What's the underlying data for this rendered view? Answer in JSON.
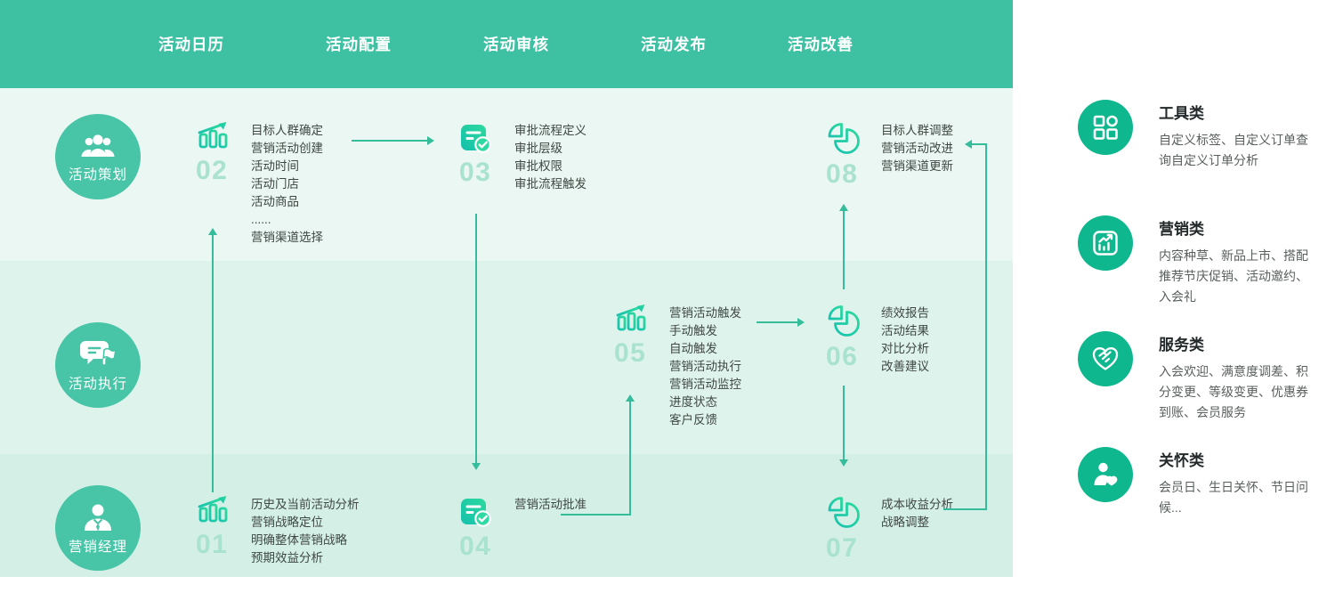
{
  "header": {
    "tabs": [
      "活动日历",
      "活动配置",
      "活动审核",
      "活动发布",
      "活动改善"
    ]
  },
  "roles": [
    {
      "label": "活动策划",
      "icon": "team-icon"
    },
    {
      "label": "活动执行",
      "icon": "chat-flag-icon"
    },
    {
      "label": "营销经理",
      "icon": "manager-icon"
    }
  ],
  "steps": [
    {
      "num": "01",
      "icon": "bar-chart-icon",
      "items": [
        "历史及当前活动分析",
        "营销战略定位",
        "明确整体营销战略",
        "预期效益分析"
      ]
    },
    {
      "num": "02",
      "icon": "bar-chart-icon",
      "items": [
        "目标人群确定",
        "营销活动创建",
        "活动时间",
        "活动门店",
        "活动商品",
        "......",
        "营销渠道选择"
      ]
    },
    {
      "num": "03",
      "icon": "document-check-icon",
      "items": [
        "审批流程定义",
        "审批层级",
        "审批权限",
        "审批流程触发"
      ]
    },
    {
      "num": "04",
      "icon": "document-check-icon",
      "items": [
        "营销活动批准"
      ]
    },
    {
      "num": "05",
      "icon": "bar-chart-icon",
      "items": [
        "营销活动触发",
        "手动触发",
        "自动触发",
        "营销活动执行",
        "营销活动监控",
        "进度状态",
        "客户反馈"
      ]
    },
    {
      "num": "06",
      "icon": "pie-chart-icon",
      "items": [
        "绩效报告",
        "活动结果",
        "对比分析",
        "改善建议"
      ]
    },
    {
      "num": "07",
      "icon": "pie-chart-icon",
      "items": [
        "成本收益分析",
        "战略调整"
      ]
    },
    {
      "num": "08",
      "icon": "pie-chart-icon",
      "items": [
        "目标人群调整",
        "营销活动改进",
        "营销渠道更新"
      ]
    }
  ],
  "sidebar": {
    "items": [
      {
        "title": "工具类",
        "desc": "自定义标签、自定义订单查询自定义订单分析",
        "icon": "grid-icon"
      },
      {
        "title": "营销类",
        "desc": "内容种草、新品上市、搭配推荐节庆促销、活动邀约、入会礼",
        "icon": "chart-growth-icon"
      },
      {
        "title": "服务类",
        "desc": "入会欢迎、满意度调差、积分变更、等级变更、优惠券到账、会员服务",
        "icon": "heart-handshake-icon"
      },
      {
        "title": "关怀类",
        "desc": "会员日、生日关怀、节日问候...",
        "icon": "member-care-icon"
      }
    ]
  },
  "colors": {
    "header_bg": "#3EC1A3",
    "role_circle": "#47C5A6",
    "sidebar_circle": "#0FB78E",
    "connector": "#35BC9B",
    "band_top": "#EAF7F2",
    "band_middle": "#DFF3ED",
    "band_bottom": "#D3EFE6",
    "step_number": "#A9E2CF",
    "icon_gradient_start": "#2BD99C",
    "icon_gradient_end": "#17C3AE"
  }
}
